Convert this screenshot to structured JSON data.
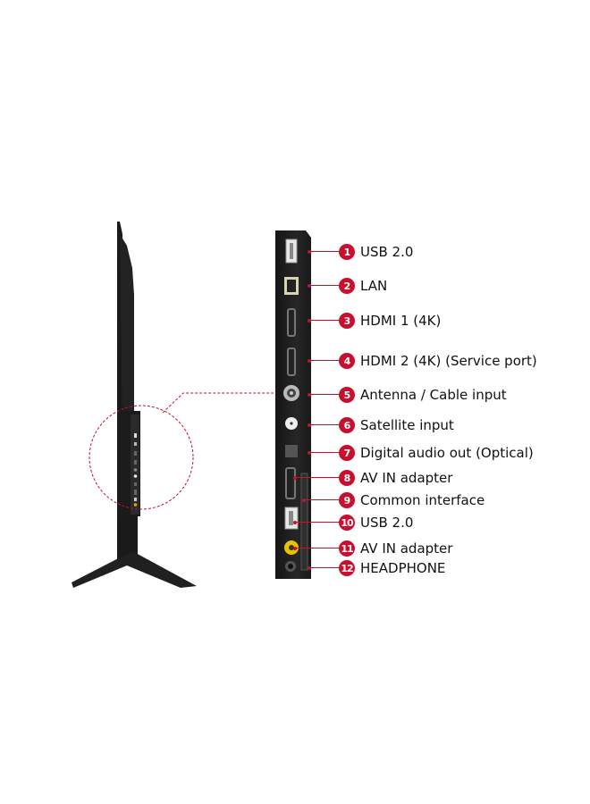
{
  "diagram": {
    "title": "TV side view with connection ports",
    "accent_color": "#c8102e",
    "ports": [
      {
        "number": "1",
        "label": "USB 2.0",
        "type": "usb-icon"
      },
      {
        "number": "2",
        "label": "LAN",
        "type": "ethernet-icon"
      },
      {
        "number": "3",
        "label": "HDMI 1 (4K)",
        "type": "hdmi-icon"
      },
      {
        "number": "4",
        "label": "HDMI 2 (4K) (Service port)",
        "type": "hdmi-icon"
      },
      {
        "number": "5",
        "label": "Antenna / Cable input",
        "type": "coax-icon"
      },
      {
        "number": "6",
        "label": "Satellite input",
        "type": "satellite-icon"
      },
      {
        "number": "7",
        "label": "Digital audio out (Optical)",
        "type": "optical-icon"
      },
      {
        "number": "8",
        "label": "AV IN adapter",
        "type": "hdmi-icon"
      },
      {
        "number": "9",
        "label": "Common interface",
        "type": "ci-slot-icon"
      },
      {
        "number": "10",
        "label": "USB 2.0",
        "type": "usb-icon"
      },
      {
        "number": "11",
        "label": "AV IN adapter",
        "type": "rca-icon"
      },
      {
        "number": "12",
        "label": "HEADPHONE",
        "type": "headphone-jack-icon"
      }
    ]
  }
}
